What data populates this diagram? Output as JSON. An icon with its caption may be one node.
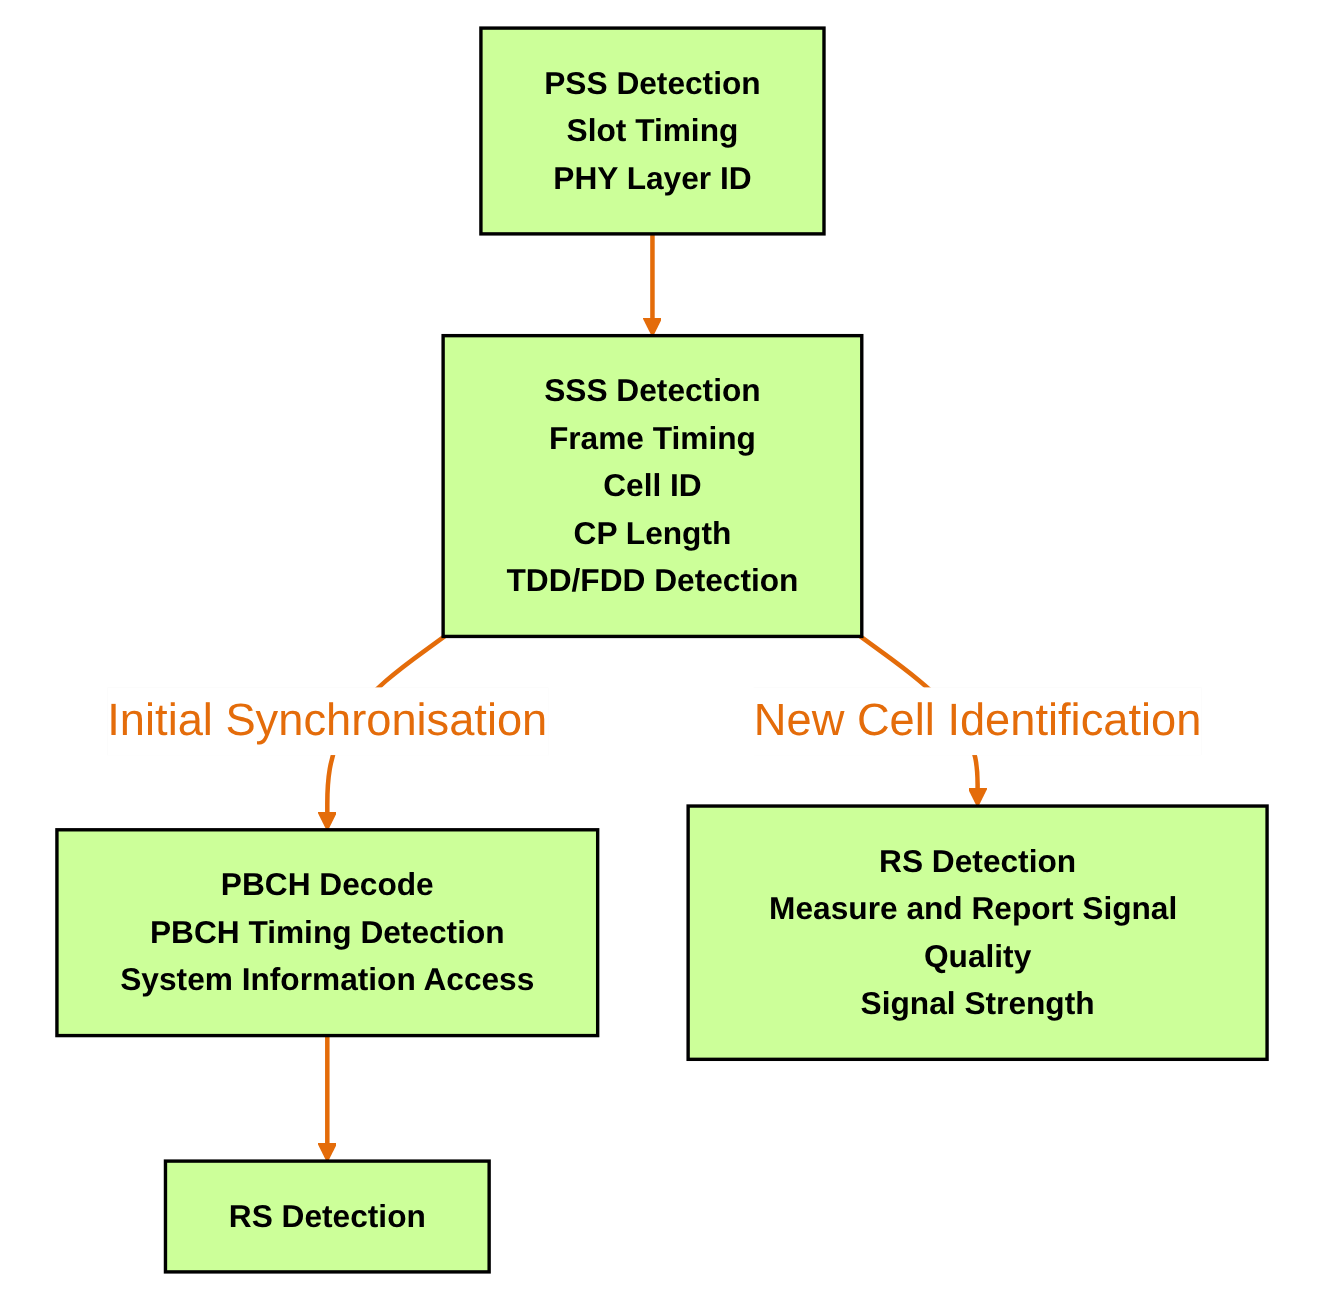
{
  "diagram": {
    "nodes": [
      {
        "text": [
          "PSS Detection",
          "Slot Timing",
          "PHY Layer ID"
        ]
      },
      {
        "text": [
          "SSS Detection",
          "Frame Timing",
          "Cell ID",
          "CP Length",
          "TDD/FDD Detection"
        ]
      },
      {
        "text": [
          "PBCH Decode",
          "PBCH Timing Detection",
          "System Information Access"
        ]
      },
      {
        "text": [
          "RS Detection",
          "Measure and Report Signal Quality",
          "Signal Strength"
        ]
      },
      {
        "text": [
          "RS Detection"
        ]
      }
    ],
    "edges": [
      {
        "from": 0,
        "to": 1,
        "arrow": "to"
      },
      {
        "from": 1,
        "to": 2,
        "arrow": "to",
        "label": "Initial Synchronisation"
      },
      {
        "from": 1,
        "to": 3,
        "arrow": "to",
        "label": "New Cell Identification"
      },
      {
        "from": 2,
        "to": 4,
        "arrow": "to"
      }
    ]
  }
}
